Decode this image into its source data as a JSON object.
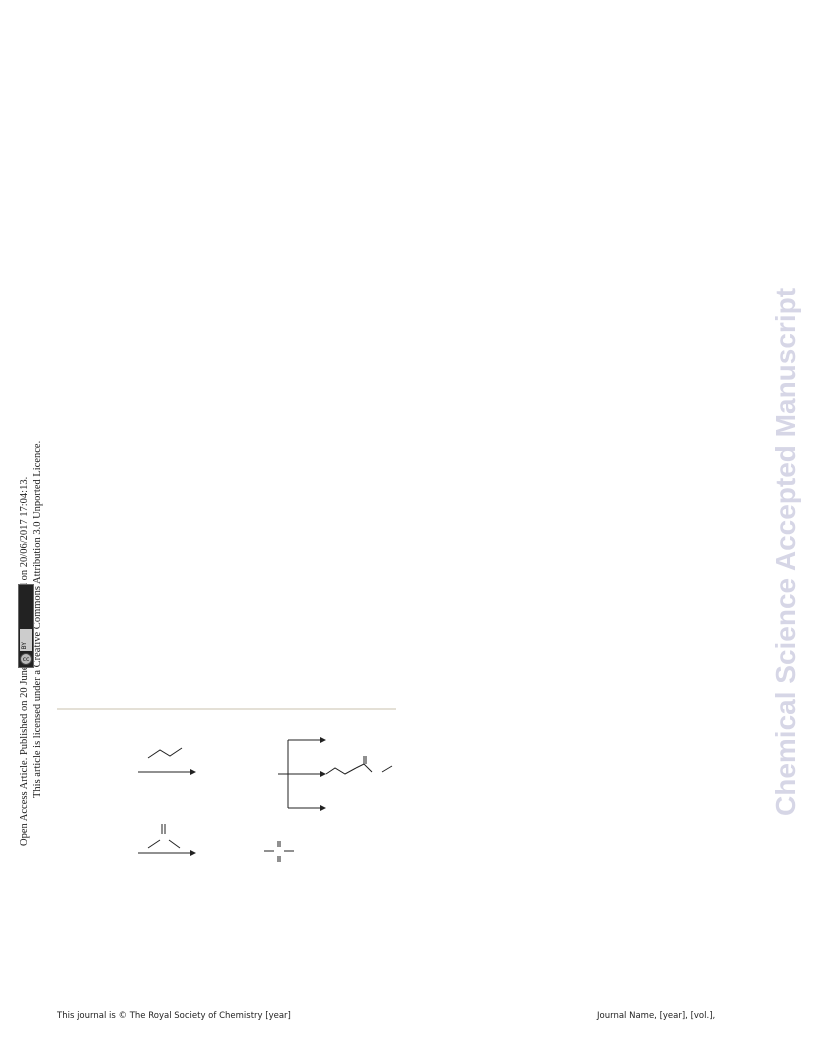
{
  "side_notice": {
    "line1": "Open Access Article. Published on 20 June 2017. Downloaded on 20/06/2017 17:04:13.",
    "line2": "This article is licensed under a Creative Commons Attribution 3.0 Unported Licence.",
    "badge_cc": "cc",
    "badge_by": "BY"
  },
  "watermark": "Chemical Science Accepted Manuscript",
  "footer": {
    "left": "This journal is © The Royal Society of Chemistry [year]",
    "right": "Journal Name, [year], [vol.],"
  }
}
